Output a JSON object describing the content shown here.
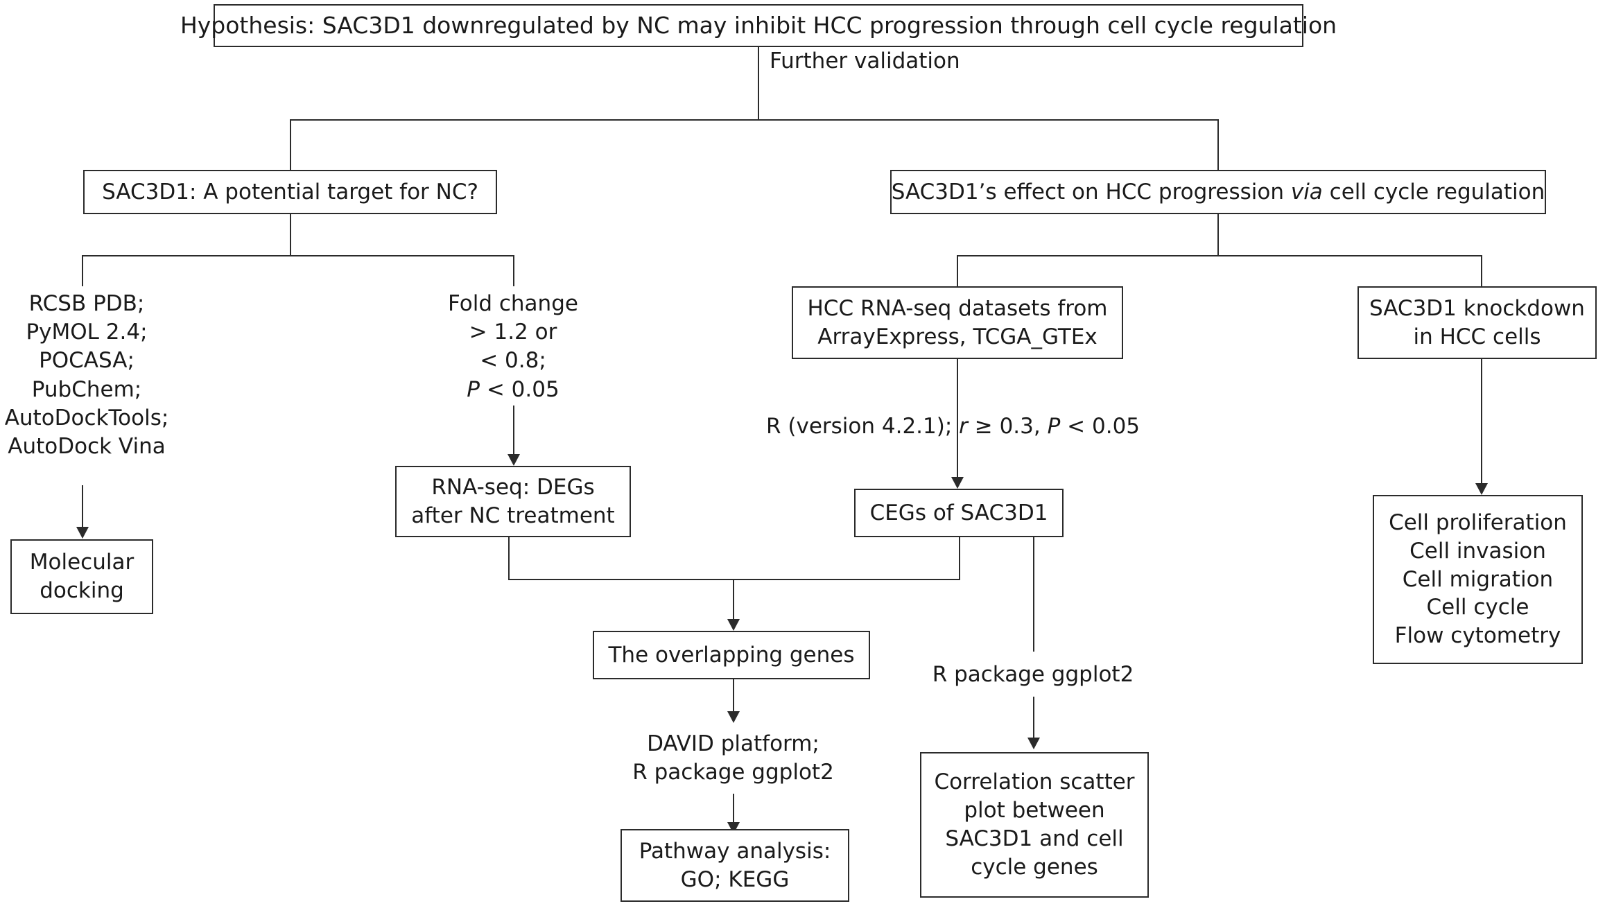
{
  "diagram": {
    "title": "Hypothesis: SAC3D1 downregulated by NC may inhibit HCC progression through cell cycle regulation",
    "edge_labels": {
      "further_validation": "Further validation",
      "correlation_params_pre": "R (version 4.2.1); ",
      "correlation_params_r": "r",
      "correlation_params_mid": " ≥ 0.3, ",
      "correlation_params_p": "P",
      "correlation_params_post": " < 0.05",
      "david_line1": "DAVID platform;",
      "david_line2": "R package ggplot2",
      "ggplot_label": "R package ggplot2"
    },
    "branch_left": {
      "header": "SAC3D1: A potential target for NC?",
      "tools": [
        "RCSB PDB;",
        "PyMOL 2.4;",
        "POCASA;",
        "PubChem;",
        "AutoDockTools;",
        "AutoDock Vina"
      ],
      "docking_box": [
        "Molecular",
        "docking"
      ],
      "criteria": {
        "line1": "Fold change",
        "line2": "> 1.2 or",
        "line3": "< 0.8;",
        "line4_p": "P",
        "line4_rest": " < 0.05"
      },
      "degs_box": [
        "RNA-seq: DEGs",
        "after NC treatment"
      ]
    },
    "branch_right": {
      "header_pre": "SAC3D1’s effect on HCC progression ",
      "header_it": "via",
      "header_post": " cell cycle regulation",
      "datasets_box": [
        "HCC RNA-seq datasets from",
        "ArrayExpress, TCGA_GTEx"
      ],
      "cegs_box": [
        "CEGs of SAC3D1"
      ],
      "knockdown_box": [
        "SAC3D1 knockdown",
        "in HCC cells"
      ],
      "assays_box": [
        "Cell proliferation",
        "Cell invasion",
        "Cell migration",
        "Cell cycle",
        "Flow cytometry"
      ]
    },
    "outputs": {
      "overlapping_box": [
        "The overlapping genes"
      ],
      "pathway_box": [
        "Pathway analysis:",
        "GO; KEGG"
      ],
      "scatter_box": [
        "Correlation scatter",
        "plot between",
        "SAC3D1 and cell",
        "cycle genes"
      ]
    },
    "colors": {
      "stroke": "#2b2b2b",
      "text": "#1a1a1a",
      "background": "#ffffff"
    }
  }
}
